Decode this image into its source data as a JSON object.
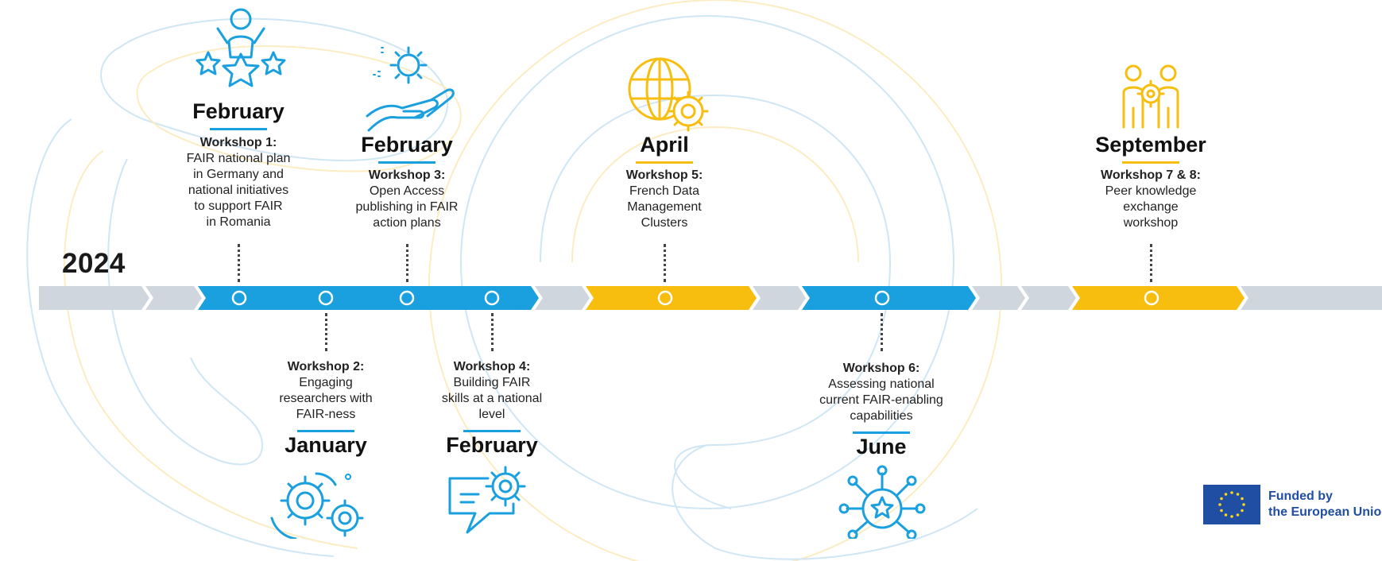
{
  "year": "2024",
  "colors": {
    "blue": "#1aa0de",
    "yellow": "#f7be0f",
    "grey": "#d0d6de",
    "eu_blue": "#1f4ea3"
  },
  "events": [
    {
      "month": "February",
      "title": "Workshop 1:",
      "lines": [
        "FAIR national plan",
        "in Germany and",
        "national initiatives",
        "to support FAIR",
        "in Romania"
      ],
      "icon": "person-stars-icon",
      "color": "blue"
    },
    {
      "month": "January",
      "title": "Workshop 2:",
      "lines": [
        "Engaging",
        "researchers with",
        "FAIR-ness"
      ],
      "icon": "gears-icon",
      "color": "blue"
    },
    {
      "month": "February",
      "title": "Workshop 3:",
      "lines": [
        "Open Access",
        "publishing in FAIR",
        "action plans"
      ],
      "icon": "hand-gear-icon",
      "color": "blue"
    },
    {
      "month": "February",
      "title": "Workshop 4:",
      "lines": [
        "Building FAIR",
        "skills at a national",
        "level"
      ],
      "icon": "chat-gear-icon",
      "color": "blue"
    },
    {
      "month": "April",
      "title": "Workshop 5:",
      "lines": [
        "French Data",
        "Management",
        "Clusters"
      ],
      "icon": "globe-gear-icon",
      "color": "yellow"
    },
    {
      "month": "June",
      "title": "Workshop 6:",
      "lines": [
        "Assessing national",
        "current FAIR-enabling",
        "capabilities"
      ],
      "icon": "star-network-icon",
      "color": "blue"
    },
    {
      "month": "September",
      "title": "Workshop 7 & 8:",
      "lines": [
        "Peer knowledge",
        "exchange",
        "workshop"
      ],
      "icon": "people-gear-icon",
      "color": "yellow"
    }
  ],
  "funding": {
    "line1": "Funded by",
    "line2": "the European Union",
    "icon": "eu-flag-icon"
  }
}
